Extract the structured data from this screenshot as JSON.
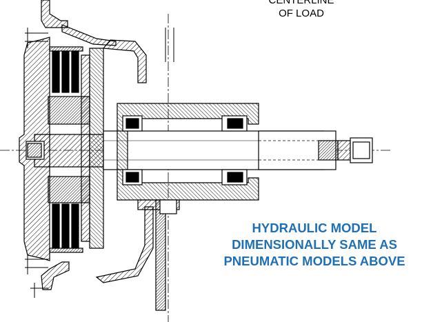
{
  "labels": {
    "centerline": [
      "CENTERLINE",
      "OF LOAD"
    ]
  },
  "note": {
    "lines": [
      "HYDRAULIC MODEL",
      "DIMENSIONALLY SAME AS",
      "PNEUMATIC MODELS ABOVE"
    ],
    "color": "#1f6fb5"
  },
  "colors": {
    "ink": "#000000",
    "background": "#ffffff"
  }
}
